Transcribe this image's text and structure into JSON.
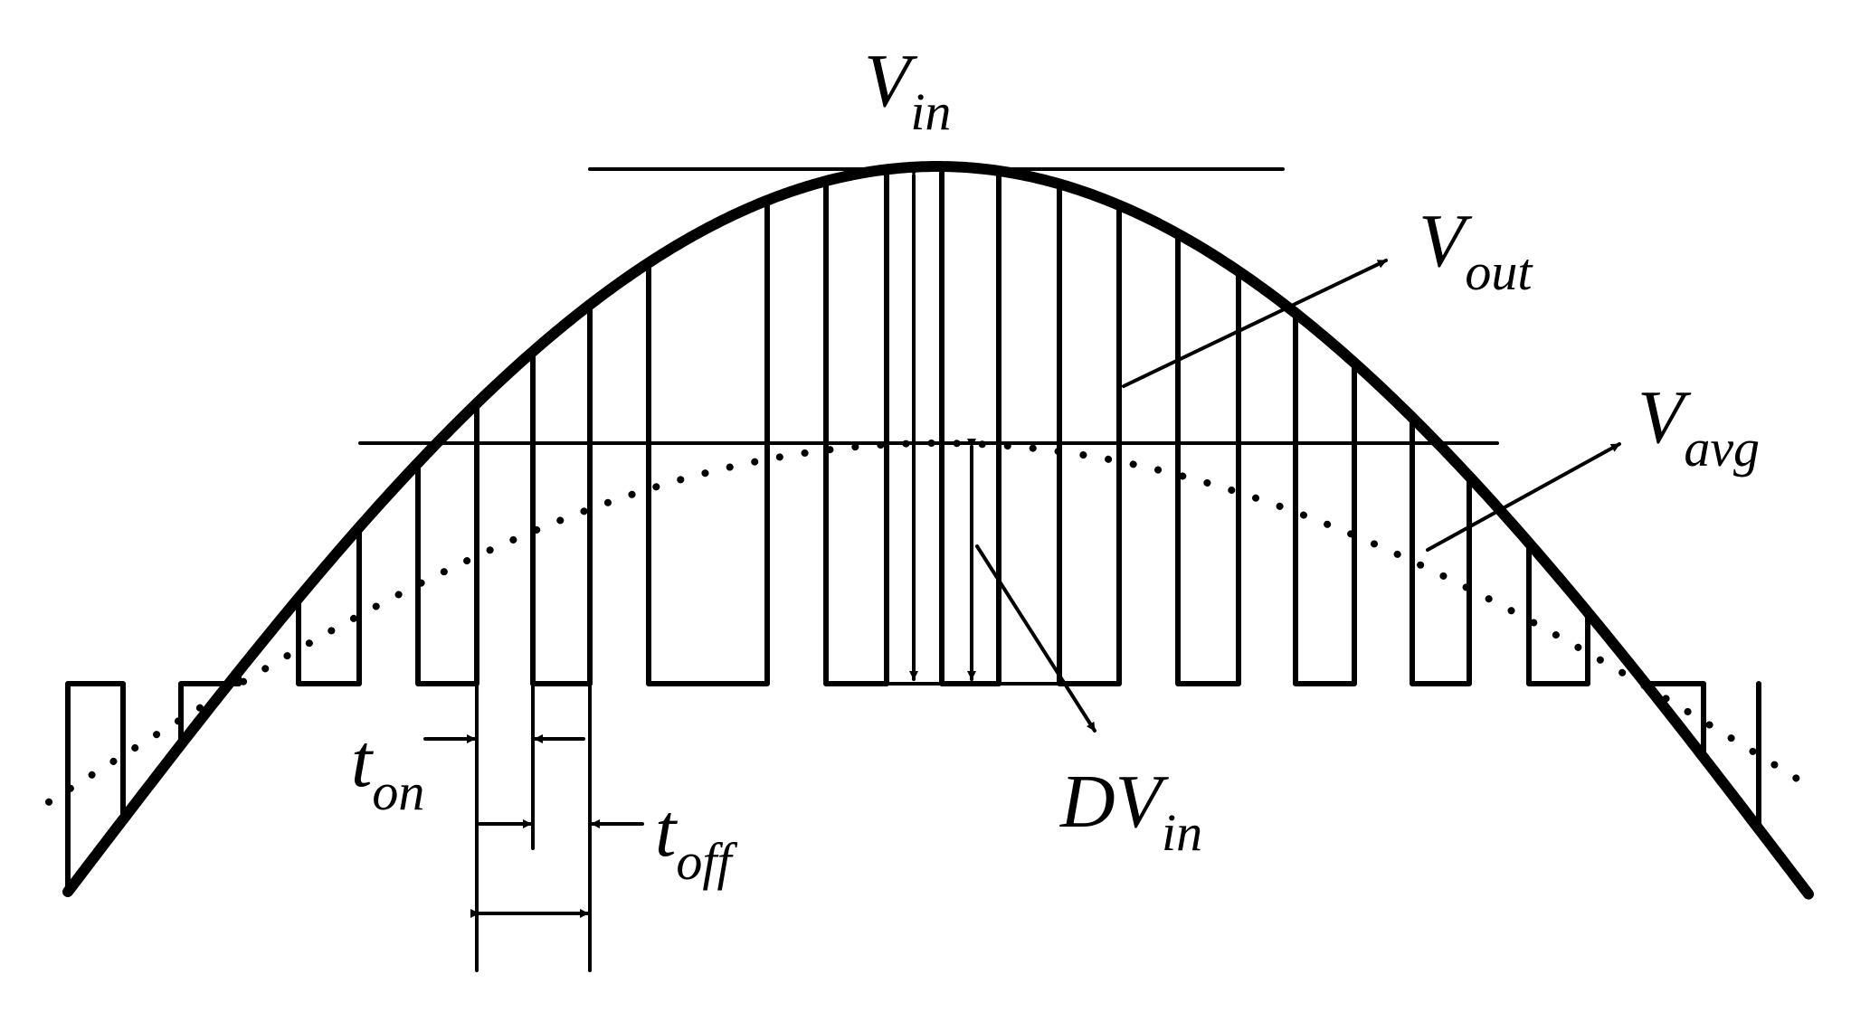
{
  "labels": {
    "v_in": {
      "main": "V",
      "sub": "in"
    },
    "v_out": {
      "main": "V",
      "sub": "out"
    },
    "v_avg": {
      "main": "V",
      "sub": "avg"
    },
    "dv_in": {
      "main": "DV",
      "sub": "in"
    },
    "t_on": {
      "main": "t",
      "sub": "on"
    },
    "t_off": {
      "main": "t",
      "sub": "off"
    }
  },
  "colors": {
    "ink": "#000000",
    "background": "#ffffff"
  }
}
